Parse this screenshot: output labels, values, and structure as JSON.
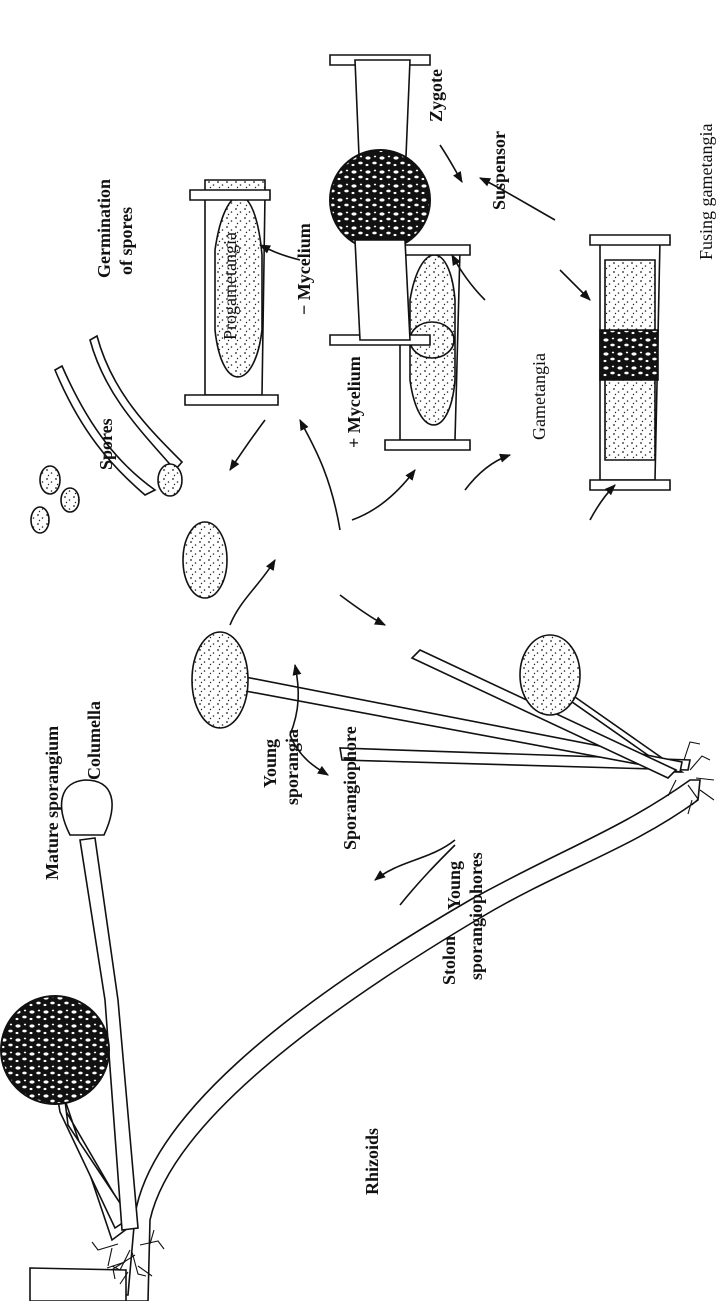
{
  "diagram": {
    "labels": {
      "mature_sporangium": "Mature sporangium",
      "columella": "Columella",
      "sporangiophore": "Sporangiophore",
      "rhizoids": "Rhizoids",
      "stolon": "Stolon",
      "young_sporangiophores_1": "Young",
      "young_sporangiophores_2": "sporangiophores",
      "young_sporangia_1": "Young",
      "young_sporangia_2": "sporangia",
      "spores": "Spores",
      "germination_1": "Germination",
      "germination_2": "of spores",
      "progametangia": "Progametangia",
      "plus_mycelium": "+ Mycelium",
      "minus_mycelium": "− Mycelium",
      "gametangia": "Gametangia",
      "suspensor": "Suspensor",
      "zygote": "Zygote",
      "fusing_gametangia": "Fusing gametangia"
    }
  }
}
